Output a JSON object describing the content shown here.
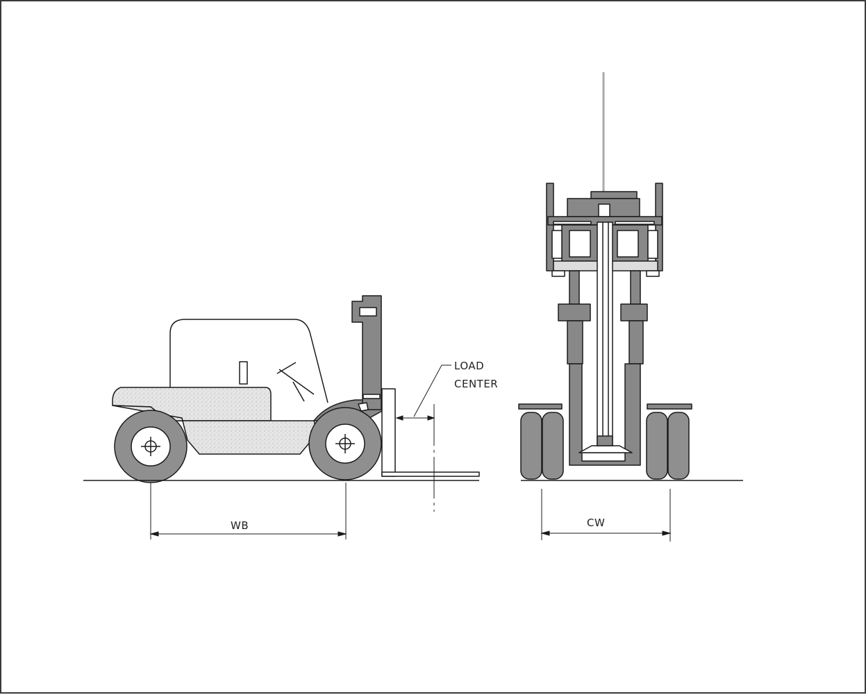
{
  "labels": {
    "load_center_line1": "LOAD",
    "load_center_line2": "CENTER",
    "wheelbase": "WB",
    "chassis_width": "CW"
  },
  "colors": {
    "ink": "#1a1a1a",
    "body_fill": "#888888",
    "tire_fill": "#8f8f8f",
    "hub_fill": "#ffffff",
    "dotted_fill": "#d9d9d9",
    "plate_fill": "#ffffff",
    "mast_line": "#aaaaaa"
  }
}
